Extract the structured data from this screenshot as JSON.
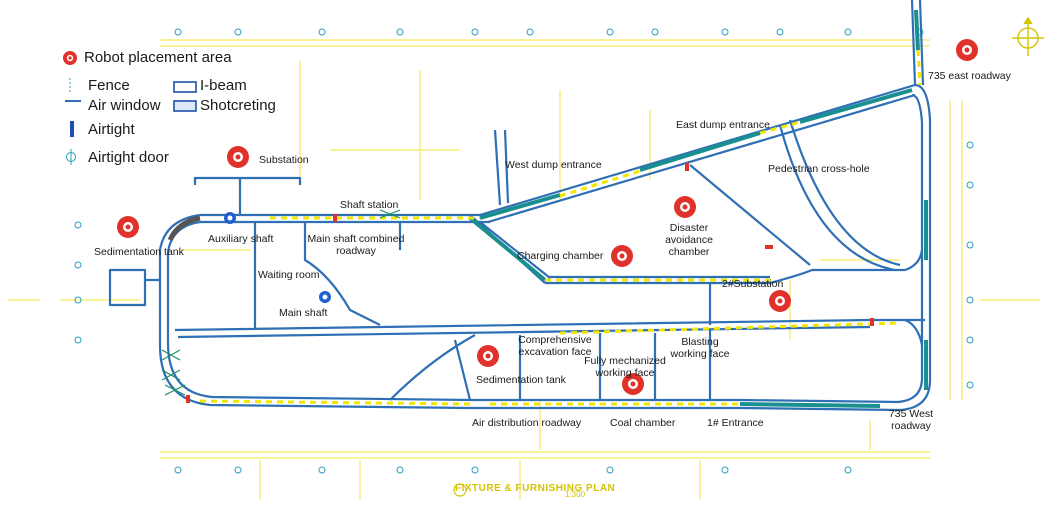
{
  "legend": {
    "robot": "Robot placement area",
    "fence": "Fence",
    "air_window": "Air window",
    "airtight": "Airtight",
    "airtight_door": "Airtight door",
    "ibeam": "I-beam",
    "shotcreting": "Shotcreting"
  },
  "labels": {
    "substation": "Substation",
    "east_roadway": "735 east roadway",
    "east_dump": "East dump entrance",
    "pedestrian": "Pedestrian cross-hole",
    "west_dump": "West dump entrance",
    "shaft_station": "Shaft station",
    "disaster": "Disaster avoidance chamber",
    "charging": "Charging chamber",
    "auxiliary": "Auxiliary shaft",
    "main_combined": "Main shaft combined roadway",
    "sed_tank_left": "Sedimentation tank",
    "waiting": "Waiting room",
    "sub2": "2#Substation",
    "main_shaft": "Main shaft",
    "comprehensive": "Comprehensive excavation face",
    "fully": "Fully mechanized working face",
    "blasting": "Blasting working face",
    "sed_tank_mid": "Sedimentation tank",
    "air_dist": "Air distribution roadway",
    "coal": "Coal chamber",
    "entrance1": "1# Entrance",
    "west_roadway": "735 West roadway"
  },
  "title_block": {
    "title": "FIXTURE & FURNISHING PLAN",
    "scale": "1:300"
  },
  "colors": {
    "roadway": "#2f6fb5",
    "yellow": "#f0e600",
    "robot_red": "#e0322a",
    "teal": "#1a8f8f"
  }
}
